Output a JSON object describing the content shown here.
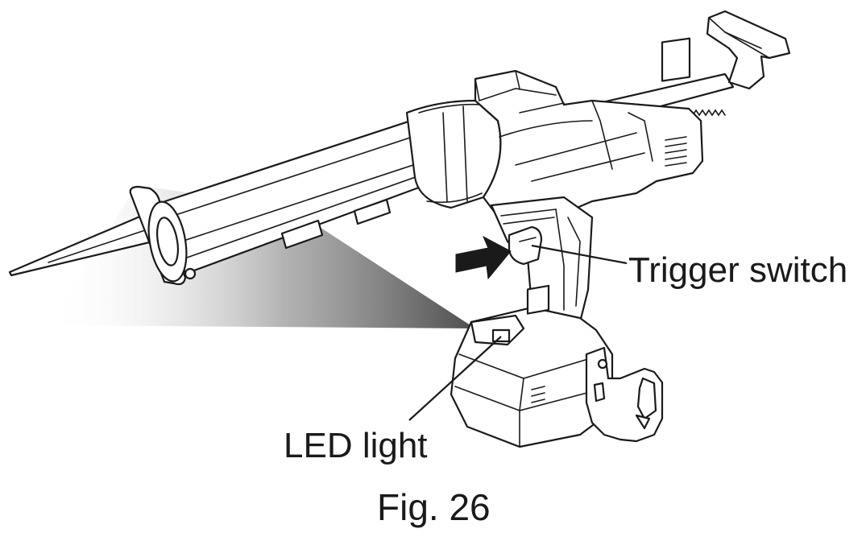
{
  "labels": {
    "trigger_switch": "Trigger switch",
    "led_light": "LED light"
  },
  "caption": "Fig. 26",
  "icons": {
    "press_arrow": "arrow-right-icon"
  },
  "colors": {
    "line": "#1a1a1a",
    "light_beam": "#808080",
    "background": "#ffffff"
  }
}
